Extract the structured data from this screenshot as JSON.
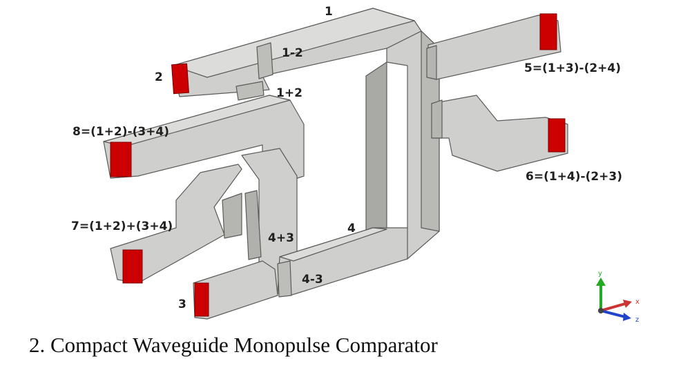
{
  "labels": {
    "top_arm": "1",
    "diff_12": "1-2",
    "port_2": "2",
    "sum_12": "1+2",
    "port_8": "8=(1+2)-(3+4)",
    "port_7": "7=(1+2)+(3+4)",
    "sum_43": "4+3",
    "arm_4": "4",
    "diff_43": "4-3",
    "port_3": "3",
    "port_5": "5=(1+3)-(2+4)",
    "port_6": "6=(1+4)-(2+3)"
  },
  "axes": {
    "y": "y",
    "x": "x",
    "z": "z"
  },
  "caption": "2. Compact Waveguide Monopulse Comparator",
  "colors": {
    "body": "#cfcfcd",
    "body_dark": "#a9a9a6",
    "edge": "#5a5a58",
    "port": "#cc0000",
    "axis_y": "#22aa22",
    "axis_x": "#cc3333",
    "axis_z": "#2244cc"
  }
}
